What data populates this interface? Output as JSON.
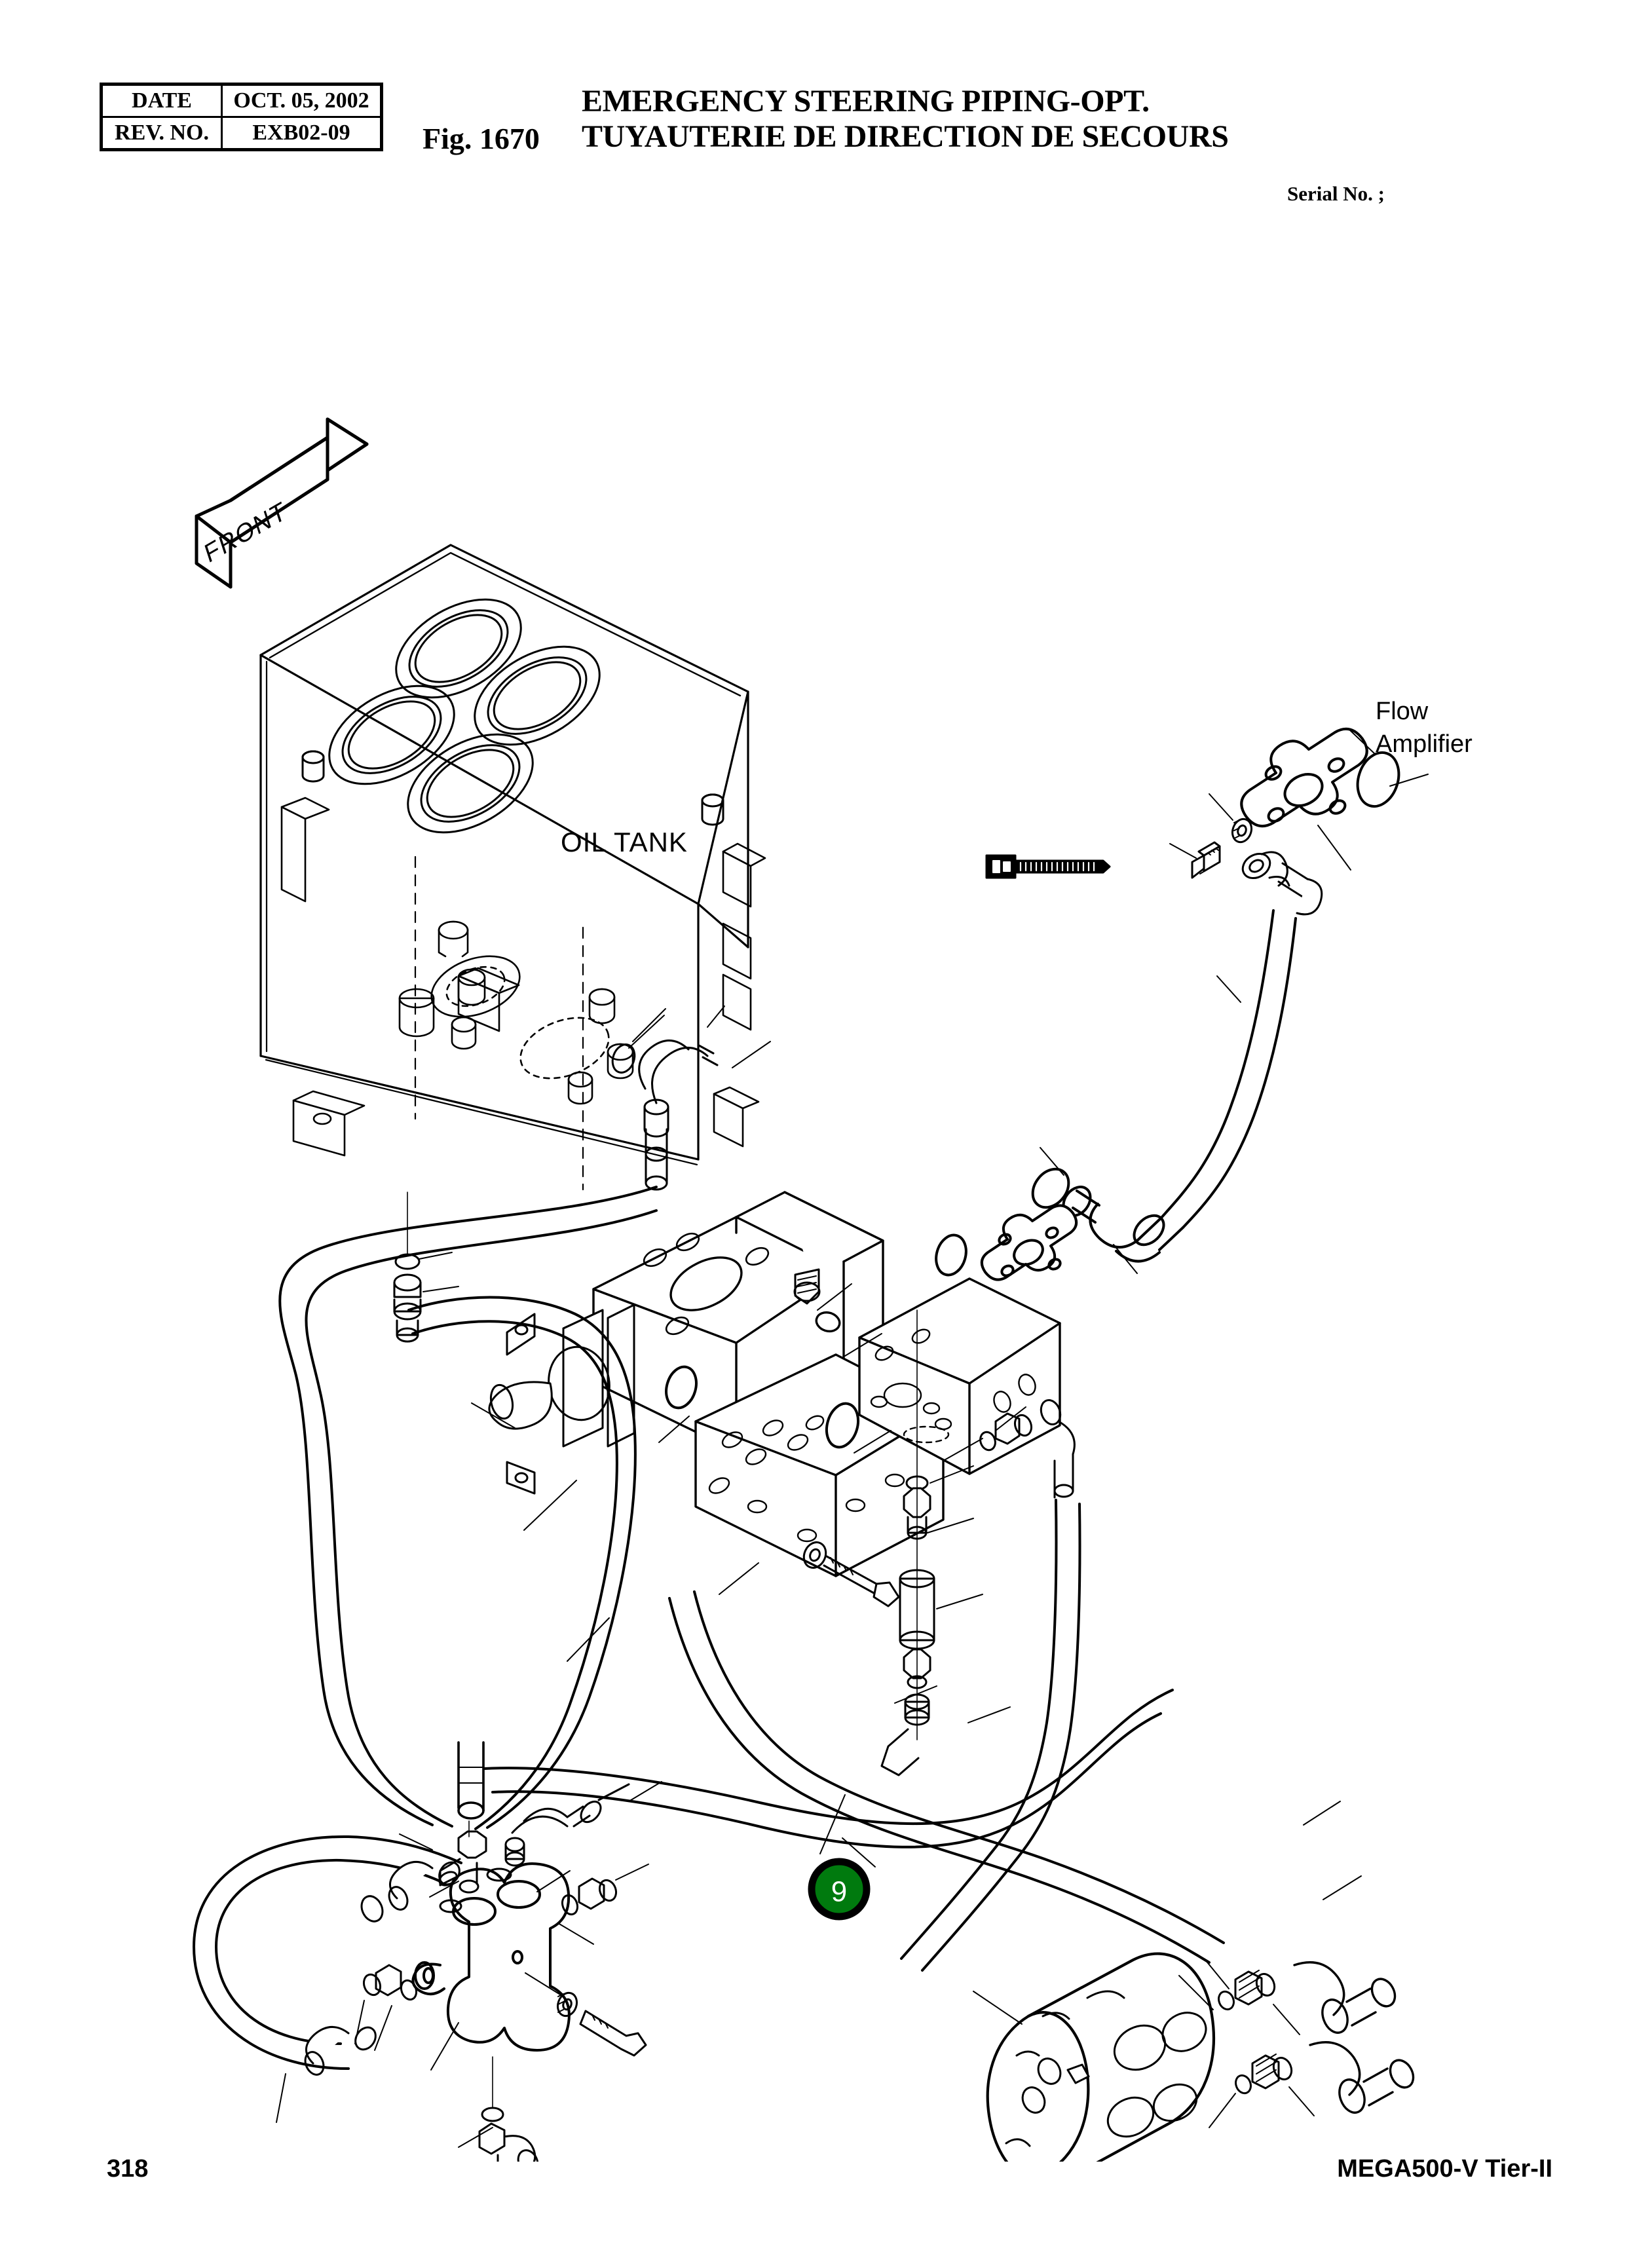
{
  "header": {
    "rev_table": {
      "rows": [
        {
          "key": "DATE",
          "value": "OCT.  05, 2002"
        },
        {
          "key": "REV. NO.",
          "value": "EXB02-09"
        }
      ]
    },
    "figure_number": "Fig. 1670",
    "title_en": "EMERGENCY STEERING PIPING-OPT.",
    "title_fr": "TUYAUTERIE DE DIRECTION DE SECOURS",
    "serial_label": "Serial No. ;"
  },
  "footer": {
    "page_number": "318",
    "model": "MEGA500-V Tier-II"
  },
  "drawing": {
    "orientation_arrow_label": "FRONT",
    "component_labels": {
      "oil_tank": "OIL TANK",
      "flow_amplifier_line1": "Flow",
      "flow_amplifier_line2": "Amplifier"
    },
    "callouts": [
      {
        "number": "9",
        "color": "#007a0e",
        "ring": "#000000",
        "text_color": "#ffffff"
      }
    ],
    "line_color": "#000000"
  }
}
